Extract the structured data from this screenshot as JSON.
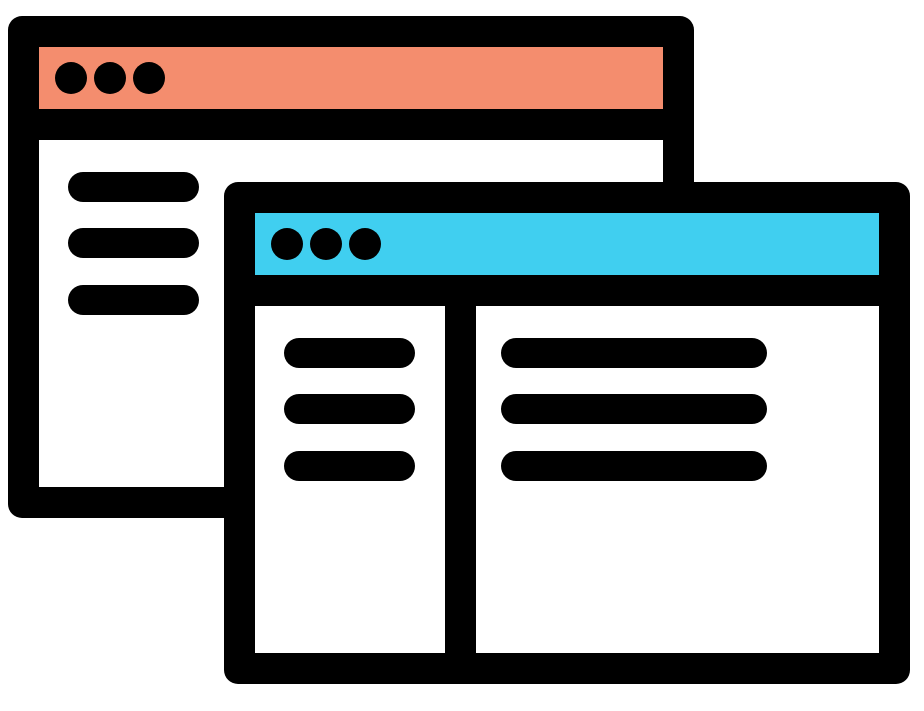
{
  "illustration": {
    "windows": [
      {
        "role": "back-window",
        "titlebar_color": "#F48D6E",
        "control_dots": 3,
        "panes": [
          "content"
        ]
      },
      {
        "role": "front-window",
        "titlebar_color": "#40CFF0",
        "control_dots": 3,
        "panes": [
          "sidebar",
          "main"
        ]
      }
    ],
    "outline_color": "#000000",
    "content_color": "#FFFFFF"
  }
}
